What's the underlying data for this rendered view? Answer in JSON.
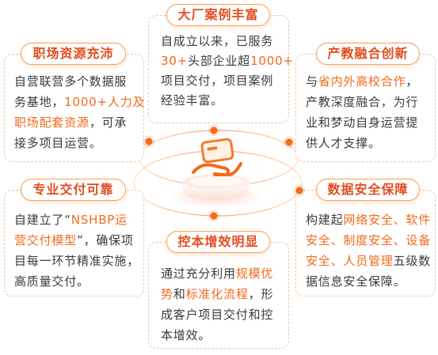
{
  "center": {
    "icon": "hand-holding-card-icon"
  },
  "colors": {
    "accent": "#f26a1b",
    "tag_text": "#e24d1f",
    "tag_border": "#f7a04f",
    "card_border": "#f2c5a2",
    "body_text": "#3a3a3a"
  },
  "cards": [
    {
      "title": "大厂案例丰富",
      "lines": [
        [
          {
            "text": "自成立以来，已服务"
          }
        ],
        [
          {
            "text": "30+",
            "hl": true
          },
          {
            "text": "头部企业超"
          },
          {
            "text": "1000+",
            "hl": true
          }
        ],
        [
          {
            "text": "项目交付，项目案例"
          }
        ],
        [
          {
            "text": "经验丰富。"
          }
        ]
      ]
    },
    {
      "title": "职场资源充沛",
      "lines": [
        [
          {
            "text": "自营联营多个数据服"
          }
        ],
        [
          {
            "text": "务基地，"
          },
          {
            "text": "1000+人力及",
            "hl": true
          }
        ],
        [
          {
            "text": "职场配套资源",
            "hl": true
          },
          {
            "text": "，可承"
          }
        ],
        [
          {
            "text": "接多项目运营。"
          }
        ]
      ]
    },
    {
      "title": "产教融合创新",
      "lines": [
        [
          {
            "text": "与"
          },
          {
            "text": "省内外高校合作",
            "hl": true
          },
          {
            "text": "，"
          }
        ],
        [
          {
            "text": "产教深度融合，为行"
          }
        ],
        [
          {
            "text": "业和梦动自身运营提"
          }
        ],
        [
          {
            "text": "供人才支撑。"
          }
        ]
      ]
    },
    {
      "title": "专业交付可靠",
      "lines": [
        [
          {
            "text": "自建立了“"
          },
          {
            "text": "NSHBP运",
            "hl": true
          }
        ],
        [
          {
            "text": "营交付模型",
            "hl": true
          },
          {
            "text": "”，确保项"
          }
        ],
        [
          {
            "text": "目每一环节精准实施，"
          }
        ],
        [
          {
            "text": "高质量交付。"
          }
        ]
      ]
    },
    {
      "title": "数据安全保障",
      "lines": [
        [
          {
            "text": "构建起"
          },
          {
            "text": "网络安全、软件",
            "hl": true
          }
        ],
        [
          {
            "text": "安全、制度安全、设备",
            "hl": true
          }
        ],
        [
          {
            "text": "安全、人员管理",
            "hl": true
          },
          {
            "text": "五级数"
          }
        ],
        [
          {
            "text": "据信息安全保障。"
          }
        ]
      ]
    },
    {
      "title": "控本增效明显",
      "lines": [
        [
          {
            "text": "通过充分利用"
          },
          {
            "text": "规模优",
            "hl": true
          }
        ],
        [
          {
            "text": "势",
            "hl": true
          },
          {
            "text": "和"
          },
          {
            "text": "标准化流程",
            "hl": true
          },
          {
            "text": "，形"
          }
        ],
        [
          {
            "text": "成客户项目交付和控"
          }
        ],
        [
          {
            "text": "本增效。"
          }
        ]
      ]
    }
  ]
}
